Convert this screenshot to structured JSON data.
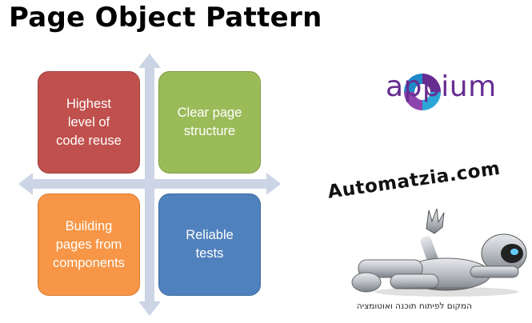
{
  "slide": {
    "title": "Page Object Pattern"
  },
  "quadrants": [
    {
      "label": "Highest\nlevel of\ncode reuse",
      "color": "#c0504d"
    },
    {
      "label": "Clear page\nstructure",
      "color": "#9bbb59"
    },
    {
      "label": "Building\npages from\ncomponents",
      "color": "#f79646"
    },
    {
      "label": "Reliable\ntests",
      "color": "#4f81bd"
    }
  ],
  "logos": {
    "appium_text": "appium",
    "appium_colors": [
      "#662d91",
      "#2aa6d8"
    ],
    "automatzia_text": "Automatzia.com",
    "hebrew_tagline": "המקום לפיתוח תוכנה ואוטומציה"
  },
  "icons": {
    "appium": "appium-logo-icon",
    "robot": "robot-mascot-icon"
  },
  "colors": {
    "arrow": "#ccd5e6",
    "title": "#000000"
  }
}
